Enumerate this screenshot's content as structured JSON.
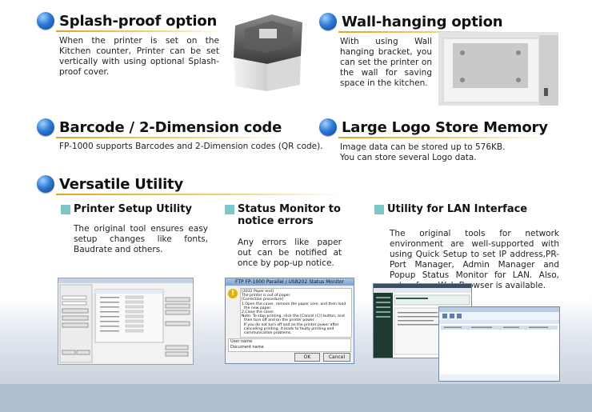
{
  "splash": {
    "title": "Splash-proof option",
    "body": "When the printer is set on the Kitchen counter, Printer can be set vertically with using optional Splash-proof cover."
  },
  "wall": {
    "title": "Wall-hanging option",
    "body": "With using Wall hanging bracket, you can set the printer on the wall for saving space in the kitchen."
  },
  "barcode": {
    "title": "Barcode / 2-Dimension code",
    "body": "FP-1000 supports Barcodes and 2-Dimension codes (QR code)."
  },
  "logo": {
    "title": "Large Logo Store Memory",
    "line1": "Image data can be stored up to 576KB.",
    "line2": "You can store several Logo data."
  },
  "utility": {
    "title": "Versatile Utility",
    "printer_setup": {
      "title": "Printer Setup Utility",
      "body": "The original tool ensures easy setup changes like fonts, Baudrate and others."
    },
    "status_monitor": {
      "title_line1": "Status Monitor to",
      "title_line2": "notice errors",
      "body": "Any errors like paper out can be notified at once by pop-up notice."
    },
    "lan": {
      "title": "Utility for LAN Interface",
      "body": "The original tools for network environment are well-supported with using Quick Setup to set IP address,PR-Port Manager, Admin Manager and Popup Status Monitor for LAN. Also, setup from Web Browser is available."
    }
  },
  "status_popup": {
    "window_title": "FTP FP-1000 Parallel / USB202 Status Monitor",
    "lines": [
      "[3032 Paper end]",
      "The printer is out of paper.",
      "[Correction procedure]",
      "1.Open the cover, remove the paper core, and then load",
      "  the new paper.",
      "2.Close the cover.",
      "Note: To stop printing, click the [Cancel (C)] button, and",
      "  then turn off and on the printer power.",
      "  If you do not turn off and on the printer power after",
      "  cancelling printing, it leads to faulty printing and",
      "  communication problems."
    ],
    "user_name_label": "User name",
    "document_name_label": "Document name",
    "ok_label": "OK",
    "cancel_label": "Cancel"
  }
}
